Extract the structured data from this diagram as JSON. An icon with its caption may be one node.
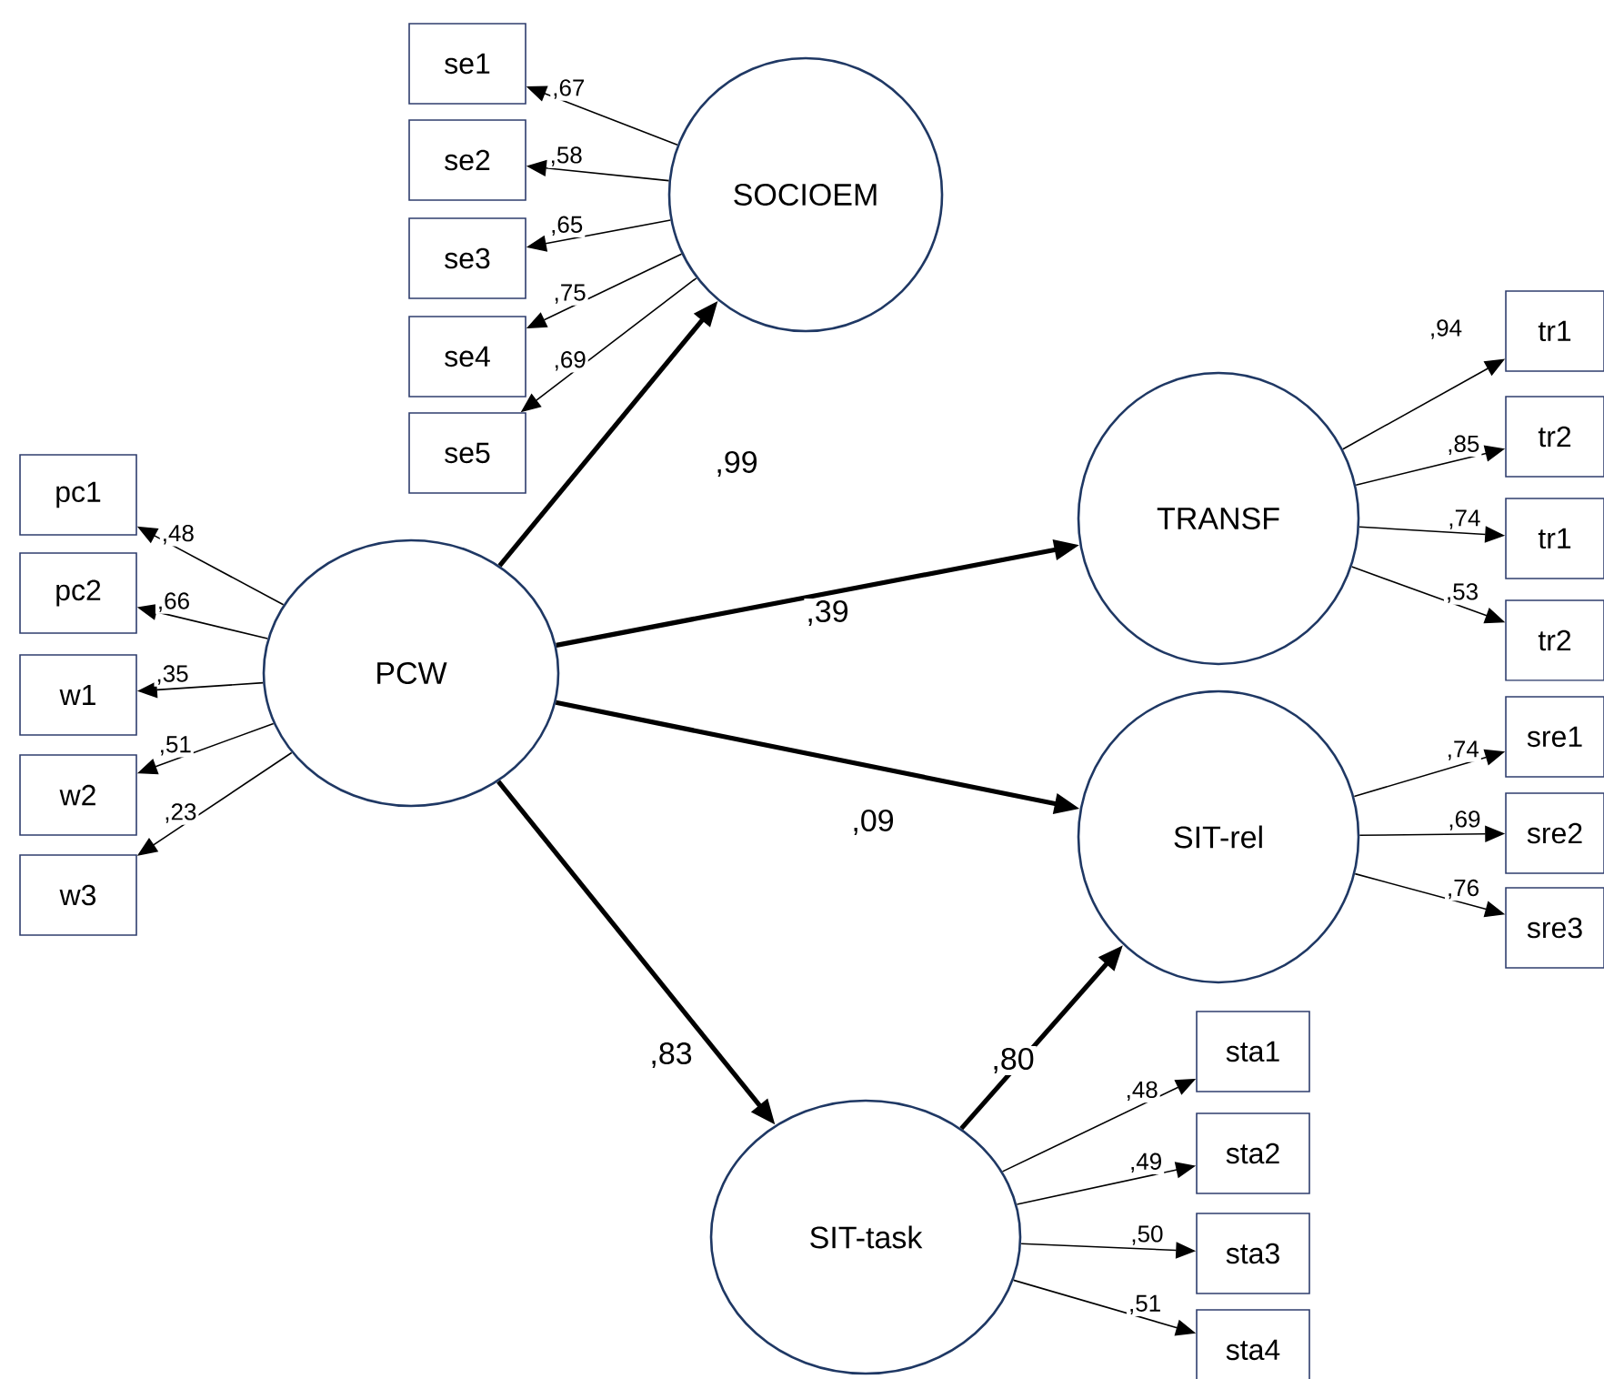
{
  "diagram": {
    "nodes": [
      {
        "text": [
          "se1"
        ]
      },
      {
        "text": [
          "se2"
        ]
      },
      {
        "text": [
          "se3"
        ]
      },
      {
        "text": [
          "se4"
        ]
      },
      {
        "text": [
          "se5"
        ]
      },
      {
        "text": [
          "SOCIOEM"
        ]
      },
      {
        "text": [
          "pc1"
        ]
      },
      {
        "text": [
          "pc2"
        ]
      },
      {
        "text": [
          "w1"
        ]
      },
      {
        "text": [
          "w2"
        ]
      },
      {
        "text": [
          "w3"
        ]
      },
      {
        "text": [
          "PCW"
        ]
      },
      {
        "text": [
          "TRANSF"
        ]
      },
      {
        "text": [
          "tr1"
        ]
      },
      {
        "text": [
          "tr2"
        ]
      },
      {
        "text": [
          "tr1"
        ]
      },
      {
        "text": [
          "tr2"
        ]
      },
      {
        "text": [
          "SIT-rel"
        ]
      },
      {
        "text": [
          "sre1"
        ]
      },
      {
        "text": [
          "sre2"
        ]
      },
      {
        "text": [
          "sre3"
        ]
      },
      {
        "text": [
          "SIT-task"
        ]
      },
      {
        "text": [
          "sta1"
        ]
      },
      {
        "text": [
          "sta2"
        ]
      },
      {
        "text": [
          "sta3"
        ]
      },
      {
        "text": [
          "sta4"
        ]
      }
    ],
    "edges": [
      {
        "from": 5,
        "to": 0,
        "arrow": "to",
        "label": ",67"
      },
      {
        "from": 5,
        "to": 1,
        "arrow": "to",
        "label": ",58"
      },
      {
        "from": 5,
        "to": 2,
        "arrow": "to",
        "label": ",65"
      },
      {
        "from": 5,
        "to": 3,
        "arrow": "to",
        "label": ",75"
      },
      {
        "from": 5,
        "to": 4,
        "arrow": "to",
        "label": ",69"
      },
      {
        "from": 11,
        "to": 6,
        "arrow": "to",
        "label": ",48"
      },
      {
        "from": 11,
        "to": 7,
        "arrow": "to",
        "label": ",66"
      },
      {
        "from": 11,
        "to": 8,
        "arrow": "to",
        "label": ",35"
      },
      {
        "from": 11,
        "to": 9,
        "arrow": "to",
        "label": ",51"
      },
      {
        "from": 11,
        "to": 10,
        "arrow": "to",
        "label": ",23"
      },
      {
        "from": 11,
        "to": 5,
        "arrow": "to",
        "label": ",99",
        "style": "thick"
      },
      {
        "from": 11,
        "to": 12,
        "arrow": "to",
        "label": ",39",
        "style": "thick"
      },
      {
        "from": 11,
        "to": 17,
        "arrow": "to",
        "label": ",09",
        "style": "thick"
      },
      {
        "from": 11,
        "to": 21,
        "arrow": "to",
        "label": ",83",
        "style": "thick"
      },
      {
        "from": 12,
        "to": 13,
        "arrow": "to",
        "label": ",94"
      },
      {
        "from": 12,
        "to": 14,
        "arrow": "to",
        "label": ",85"
      },
      {
        "from": 12,
        "to": 15,
        "arrow": "to",
        "label": ",74"
      },
      {
        "from": 12,
        "to": 16,
        "arrow": "to",
        "label": ",53"
      },
      {
        "from": 17,
        "to": 18,
        "arrow": "to",
        "label": ",74"
      },
      {
        "from": 17,
        "to": 19,
        "arrow": "to",
        "label": ",69"
      },
      {
        "from": 17,
        "to": 20,
        "arrow": "to",
        "label": ",76"
      },
      {
        "from": 21,
        "to": 17,
        "arrow": "to",
        "label": ",80",
        "style": "thick"
      },
      {
        "from": 21,
        "to": 22,
        "arrow": "to",
        "label": ",48"
      },
      {
        "from": 21,
        "to": 23,
        "arrow": "to",
        "label": ",49"
      },
      {
        "from": 21,
        "to": 24,
        "arrow": "to",
        "label": ",50"
      },
      {
        "from": 21,
        "to": 25,
        "arrow": "to",
        "label": ",51"
      }
    ]
  }
}
